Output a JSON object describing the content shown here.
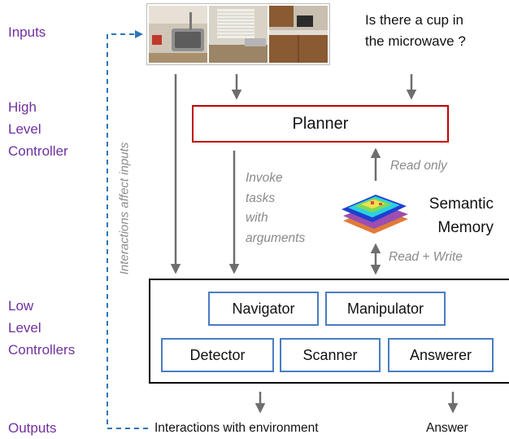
{
  "left_labels": {
    "inputs": "Inputs",
    "high_level": "High\nLevel\nController",
    "low_level": "Low\nLevel\nControllers",
    "outputs": "Outputs"
  },
  "question": "Is there a cup in\nthe microwave ?",
  "planner": "Planner",
  "invoke_text": "Invoke\ntasks\nwith\narguments",
  "read_only": "Read only",
  "read_write": "Read + Write",
  "semantic_memory": "Semantic\nMemory",
  "side_text": "Interactions affect inputs",
  "modules": {
    "navigator": "Navigator",
    "manipulator": "Manipulator",
    "detector": "Detector",
    "scanner": "Scanner",
    "answerer": "Answerer"
  },
  "outputs": {
    "interactions": "Interactions with environment",
    "answer": "Answer"
  },
  "colors": {
    "purple_labels": "#7030a0",
    "planner_border": "#c00000",
    "module_border": "#4a7cc2",
    "dashed_arrow": "#2e75b6",
    "arrows": "#6e6e6e"
  }
}
